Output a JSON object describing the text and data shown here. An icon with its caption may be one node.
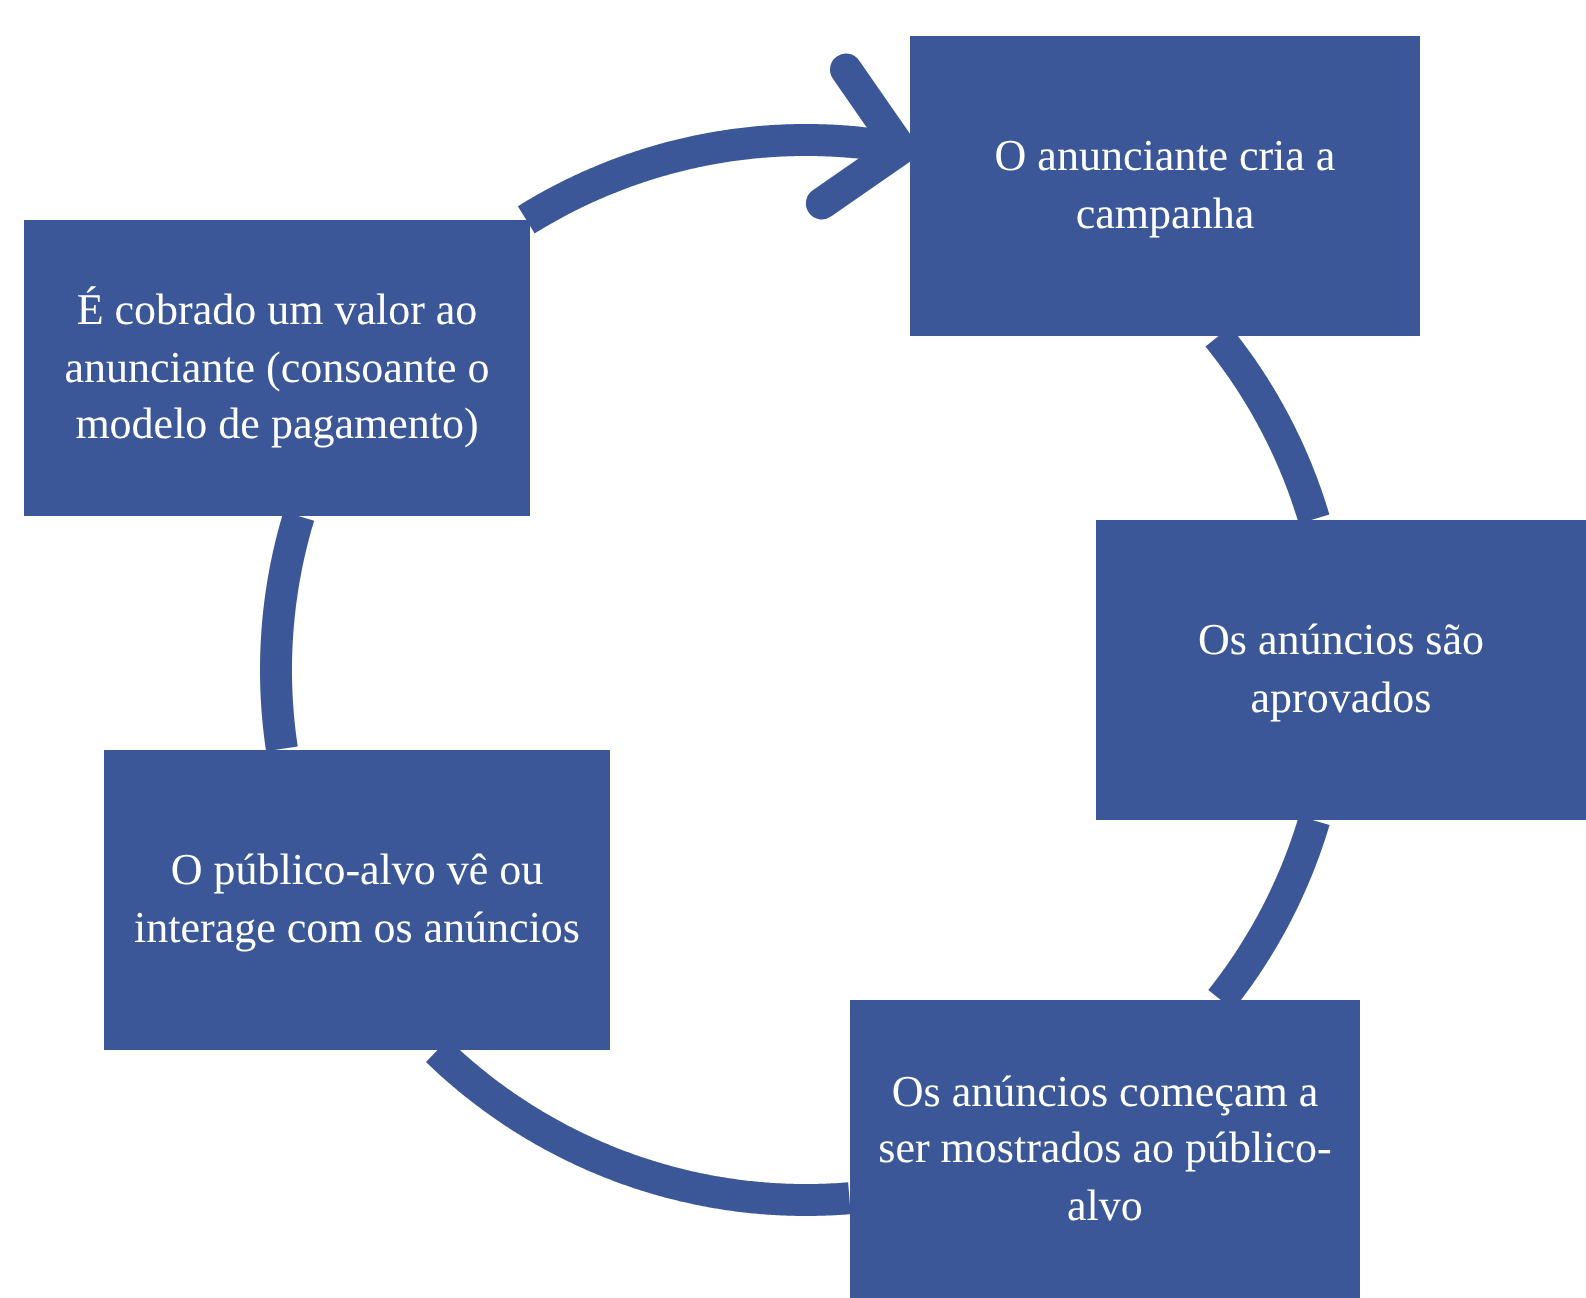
{
  "diagram": {
    "nodes": [
      {
        "text": [
          "O anunciante cria a campanha"
        ]
      },
      {
        "text": [
          "Os anúncios são aprovados"
        ]
      },
      {
        "text": [
          "Os anúncios começam a ser mostrados ao público-alvo"
        ]
      },
      {
        "text": [
          "O público-alvo vê ou interage com os anúncios"
        ]
      },
      {
        "text": [
          "É cobrado um valor ao anunciante (consoante o modelo de pagamento)"
        ]
      }
    ],
    "edges": [
      {
        "from": 4,
        "to": 0,
        "arrow": "to"
      },
      {
        "from": 0,
        "to": 1,
        "arrow": "none"
      },
      {
        "from": 1,
        "to": 2,
        "arrow": "none"
      },
      {
        "from": 2,
        "to": 3,
        "arrow": "none"
      },
      {
        "from": 3,
        "to": 4,
        "arrow": "none"
      }
    ]
  }
}
